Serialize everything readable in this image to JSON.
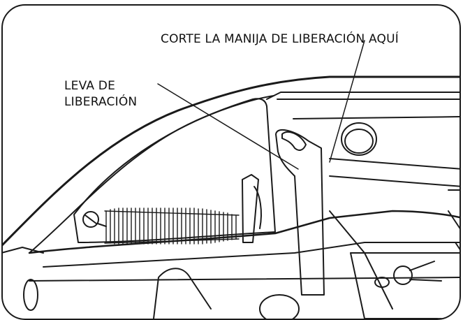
{
  "labels": {
    "cut_handle": "CORTE LA MANIJA DE LIBERACIÓN AQUÍ",
    "release_cam_line1": "LEVA DE",
    "release_cam_line2": "LIBERACIÓN"
  },
  "colors": {
    "line": "#1a1a1a",
    "background": "#ffffff"
  }
}
